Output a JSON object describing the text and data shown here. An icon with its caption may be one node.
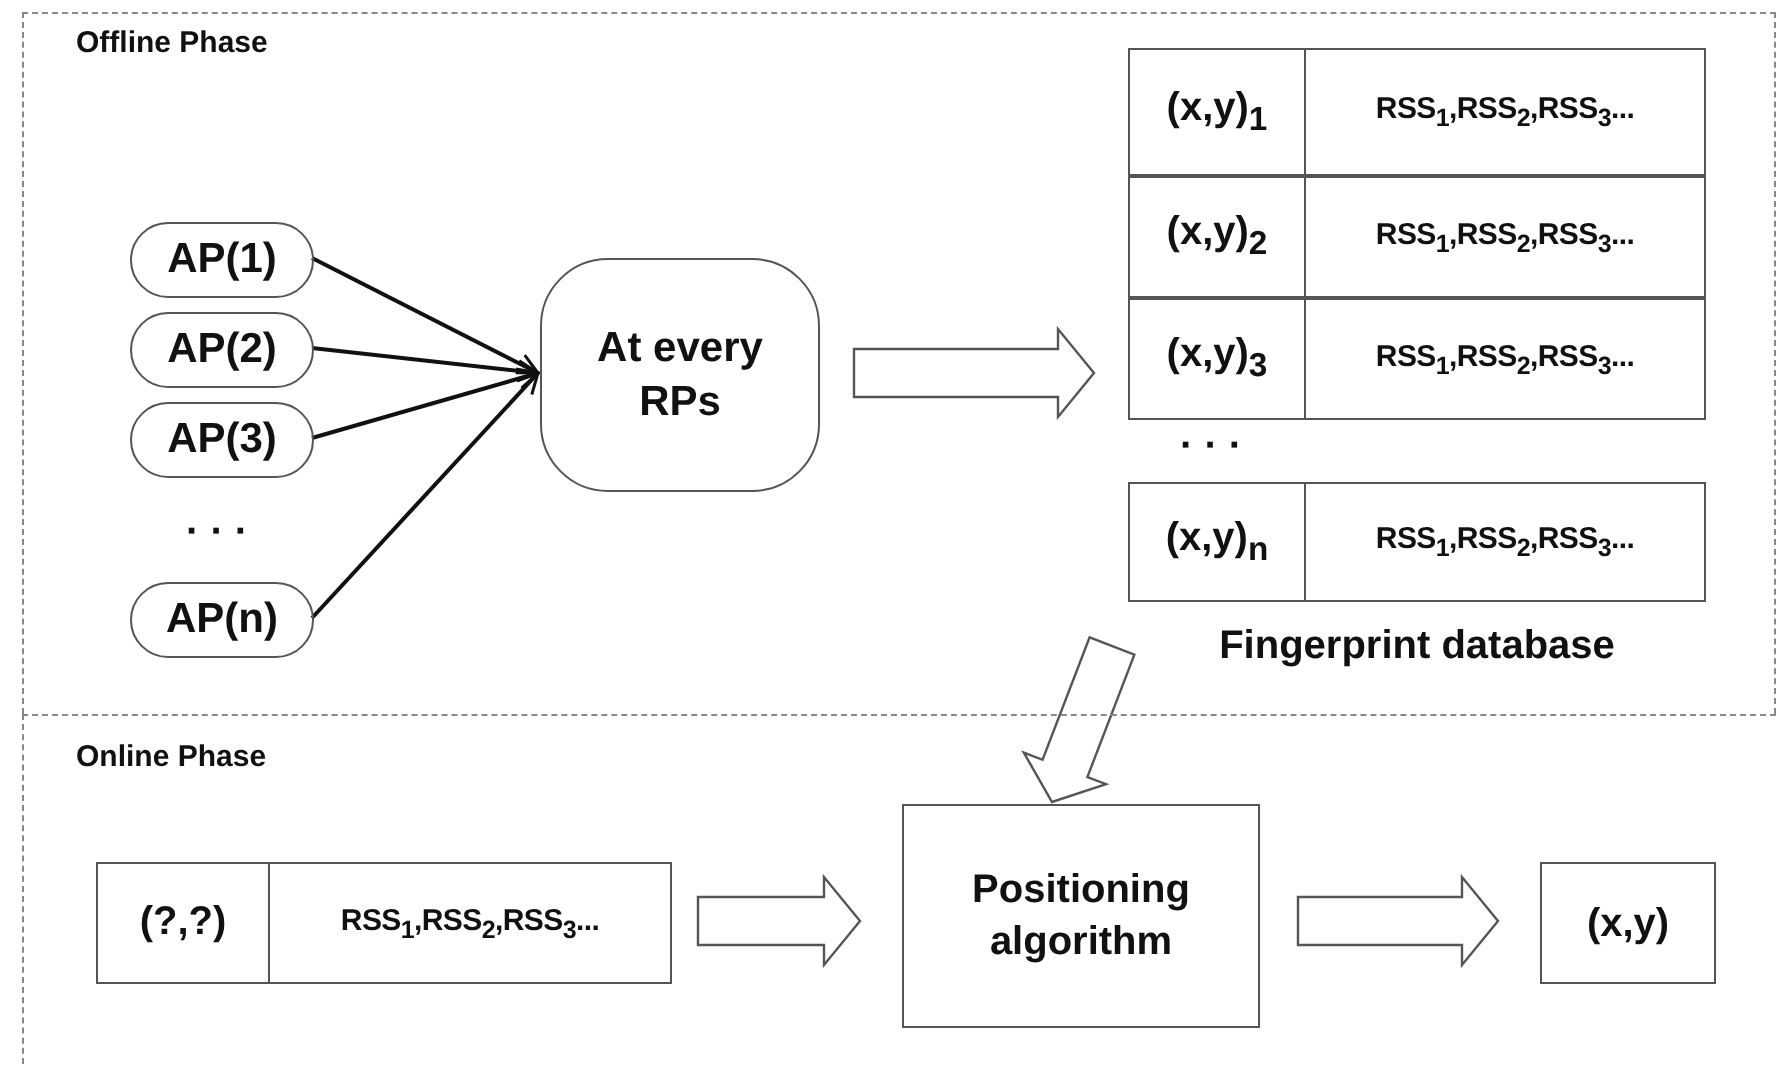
{
  "diagram": {
    "nodes": [
      {
        "text": [
          "Offline Phase"
        ]
      },
      {
        "text": [
          "AP(1)"
        ],
        "in": 0
      },
      {
        "text": [
          "AP(2)"
        ],
        "in": 0
      },
      {
        "text": [
          "AP(3)"
        ],
        "in": 0
      },
      {
        "text": [
          "AP(n)"
        ],
        "in": 0
      },
      {
        "text": [
          "At every RPs"
        ],
        "in": 0
      },
      {
        "text": [
          "Fingerprint database"
        ],
        "in": 0
      },
      {
        "text": [
          "(x,y)$_{1}$",
          "RSS$_{1}$,RSS$_{2}$,RSS$_{3}$..."
        ],
        "in": 6
      },
      {
        "text": [
          "(x,y)$_{2}$",
          "RSS$_{1}$,RSS$_{2}$,RSS$_{3}$..."
        ],
        "in": 6
      },
      {
        "text": [
          "(x,y)$_{3}$",
          "RSS$_{1}$,RSS$_{2}$,RSS$_{3}$..."
        ],
        "in": 6
      },
      {
        "text": [
          "(x,y)$_{n}$",
          "RSS$_{1}$,RSS$_{2}$,RSS$_{3}$..."
        ],
        "in": 6
      },
      {
        "text": [
          "Online Phase"
        ]
      },
      {
        "text": [
          "(?,?)",
          "RSS$_{1}$,RSS$_{2}$,RSS$_{3}$..."
        ],
        "in": 11
      },
      {
        "text": [
          "Positioning algorithm"
        ],
        "in": 11
      },
      {
        "text": [
          "(x,y)"
        ],
        "in": 11
      }
    ],
    "edges": [
      {
        "from": 1,
        "to": 5,
        "arrow": "to"
      },
      {
        "from": 2,
        "to": 5,
        "arrow": "to"
      },
      {
        "from": 3,
        "to": 5,
        "arrow": "to"
      },
      {
        "from": 4,
        "to": 5,
        "arrow": "to"
      },
      {
        "from": 5,
        "to": 6,
        "arrow": "to",
        "style": "thick"
      },
      {
        "from": 6,
        "to": 13,
        "arrow": "to",
        "style": "thick"
      },
      {
        "from": 12,
        "to": 13,
        "arrow": "to",
        "style": "thick"
      },
      {
        "from": 13,
        "to": 14,
        "arrow": "to",
        "style": "thick"
      }
    ],
    "labels": [
      "· · ·",
      "· · ·"
    ]
  }
}
